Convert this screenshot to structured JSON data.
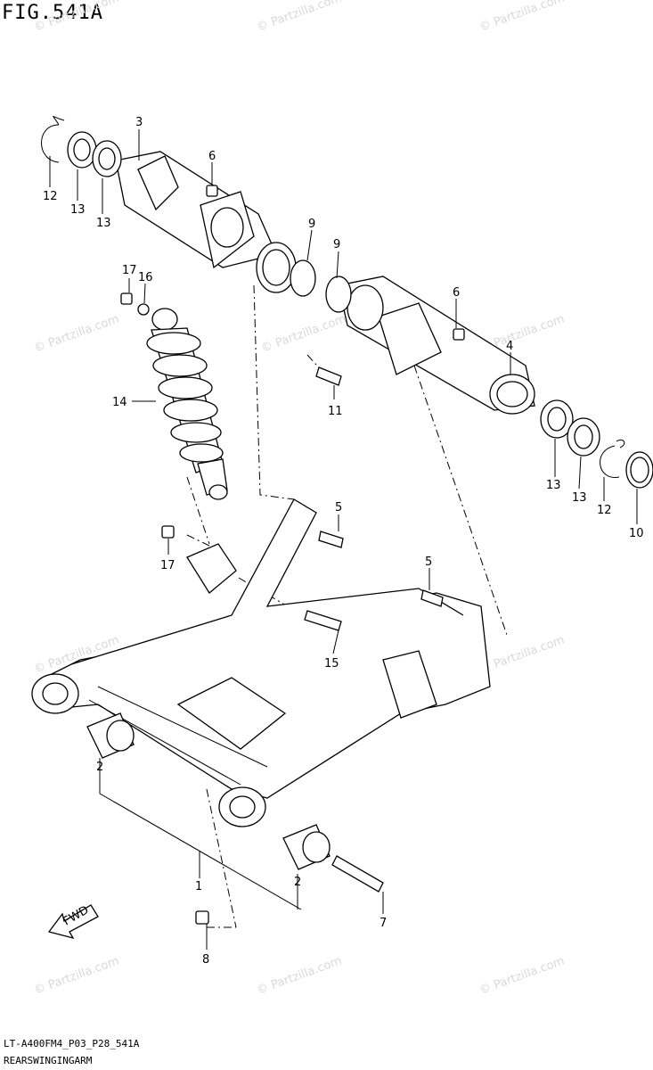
{
  "figure_title": "FIG.541A",
  "model_code": "LT-A400FM4_P03_P28_541A",
  "caption": "REARSWINGINGARM",
  "watermark": "© Partzilla.com",
  "fwd_arrow": "FWD",
  "callouts": [
    "12",
    "13",
    "13",
    "3",
    "6",
    "9",
    "9",
    "6",
    "4",
    "17",
    "16",
    "14",
    "11",
    "13",
    "13",
    "12",
    "10",
    "5",
    "5",
    "17",
    "15",
    "2",
    "1",
    "2",
    "7",
    "8"
  ]
}
